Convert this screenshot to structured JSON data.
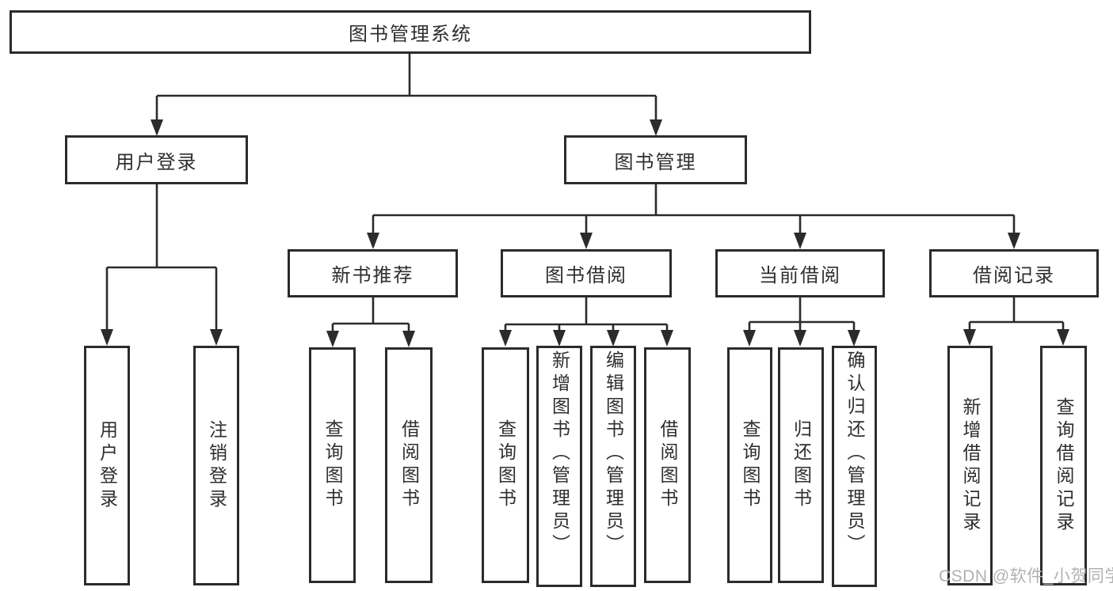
{
  "diagram": {
    "type": "tree",
    "colors": {
      "line": "#2b2b2b",
      "box_border": "#2b2b2b",
      "text": "#2e2e2e",
      "background": "#ffffff",
      "watermark": "#b1b1b1"
    },
    "root": {
      "label": "图书管理系统"
    },
    "branches": [
      {
        "label": "用户登录",
        "children": [
          {
            "label": "用户登录"
          },
          {
            "label": "注销登录"
          }
        ]
      },
      {
        "label": "图书管理",
        "children": [
          {
            "label": "新书推荐",
            "children": [
              {
                "label": "查询图书"
              },
              {
                "label": "借阅图书"
              }
            ]
          },
          {
            "label": "图书借阅",
            "children": [
              {
                "label": "查询图书"
              },
              {
                "label": "新增图书（管理员）"
              },
              {
                "label": "编辑图书（管理员）"
              },
              {
                "label": "借阅图书"
              }
            ]
          },
          {
            "label": "当前借阅",
            "children": [
              {
                "label": "查询图书"
              },
              {
                "label": "归还图书"
              },
              {
                "label": "确认归还（管理员）"
              }
            ]
          },
          {
            "label": "借阅记录",
            "children": [
              {
                "label": "新增借阅记录"
              },
              {
                "label": "查询借阅记录"
              }
            ]
          }
        ]
      }
    ],
    "watermark": "CSDN @软件_小贺同学"
  }
}
